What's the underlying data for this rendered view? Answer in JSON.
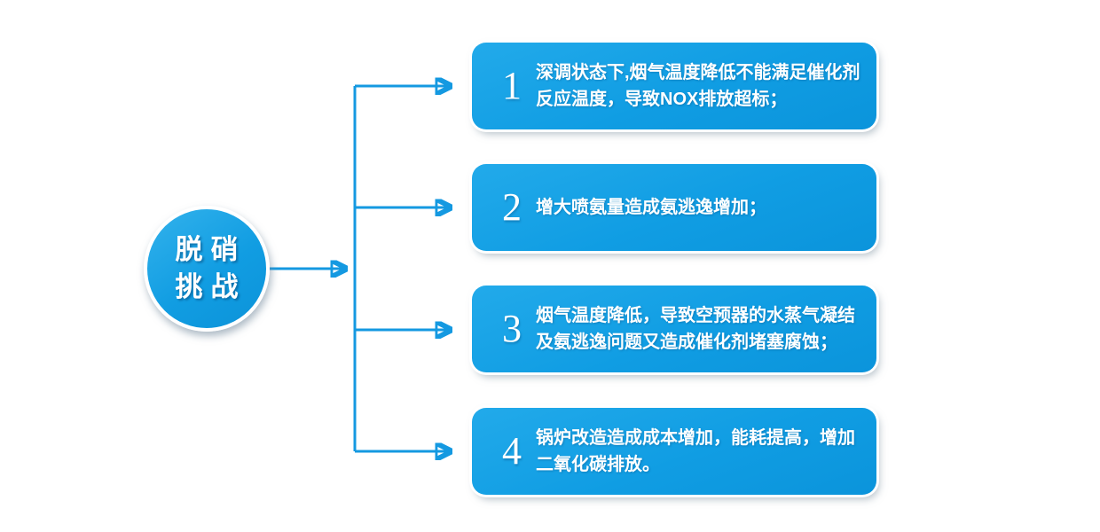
{
  "diagram": {
    "title_circle": {
      "line1": "脱硝",
      "line2": "挑战"
    },
    "items": [
      {
        "number": "1",
        "text": "深调状态下,烟气温度降低不能满足催化剂\n反应温度，导致NOX排放超标；"
      },
      {
        "number": "2",
        "text": "增大喷氨量造成氨逃逸增加；"
      },
      {
        "number": "3",
        "text": "烟气温度降低，导致空预器的水蒸气凝结\n及氨逃逸问题又造成催化剂堵塞腐蚀；"
      },
      {
        "number": "4",
        "text": "锅炉改造造成成本增加，能耗提高，增加\n二氧化碳排放。"
      }
    ],
    "colors": {
      "accent": "#1499E1",
      "box_gradient_top": "#22AAEA",
      "box_gradient_bottom": "#0B94DB"
    }
  }
}
